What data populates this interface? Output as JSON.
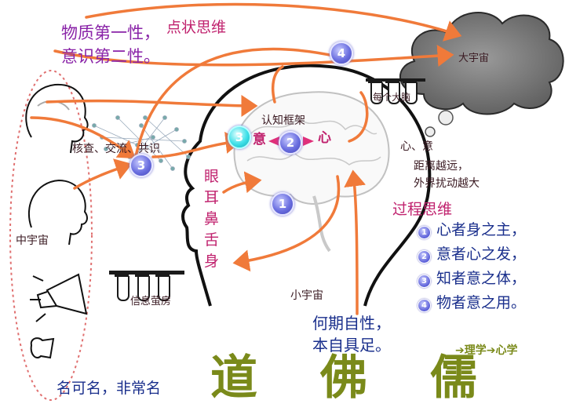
{
  "top_left": {
    "line1": "物质第一性，",
    "line2": "意识第二性。",
    "point_thinking": "点状思维"
  },
  "universe": {
    "big": "大宇宙",
    "middle": "中宇宙",
    "small": "小宇宙"
  },
  "labels": {
    "brain_lab": "每个大脑",
    "cognitive_frame": "认知框架",
    "verify": "核查、交流、共识",
    "yi": "意",
    "xin": "心",
    "senses": "眼耳鼻舌身",
    "info_lab": "信息萤房"
  },
  "badges": {
    "b1": "1",
    "b2": "2",
    "b3a": "3",
    "b3b": "3",
    "b4": "4"
  },
  "right_note": {
    "l1": "心、意",
    "l2": "距离越远，",
    "l3": "外界扰动越大"
  },
  "process": {
    "title": "过程思维",
    "items": [
      {
        "num": "1",
        "text": "心者身之主，"
      },
      {
        "num": "2",
        "text": "意者心之发，"
      },
      {
        "num": "3",
        "text": "知者意之体，"
      },
      {
        "num": "4",
        "text": "物者意之用。"
      }
    ]
  },
  "bottom": {
    "self_nature_1": "何期自性，",
    "self_nature_2": "本自具足。",
    "name": "名可名，非常名",
    "dao": "道",
    "fo": "佛",
    "ru": "儒",
    "lixue": "➔理学➔心学"
  },
  "colors": {
    "arrow": "#f07a3a",
    "badge": "#5a5ed8",
    "purple_text": "#8a24a8",
    "magenta_text": "#c0226e",
    "dashed_border": "#e07070"
  },
  "icons": [
    "cloud-icon",
    "brain-icon",
    "head-icon",
    "megaphone-icon",
    "network-icon",
    "test-tube-icon"
  ]
}
